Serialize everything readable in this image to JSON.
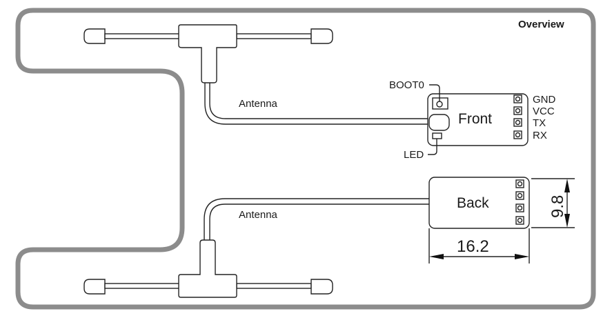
{
  "title": "Overview",
  "antennas": [
    {
      "label": "Antenna",
      "position": "top"
    },
    {
      "label": "Antenna",
      "position": "bottom"
    }
  ],
  "front_module": {
    "label": "Front",
    "callouts": {
      "boot": "BOOT0",
      "led": "LED"
    },
    "pins": [
      "GND",
      "VCC",
      "TX",
      "RX"
    ]
  },
  "back_module": {
    "label": "Back",
    "pin_count": 4
  },
  "dimensions": {
    "width": "16.2",
    "height": "9.8"
  },
  "colors": {
    "outline": "#8c8c8c",
    "line": "#222222"
  }
}
